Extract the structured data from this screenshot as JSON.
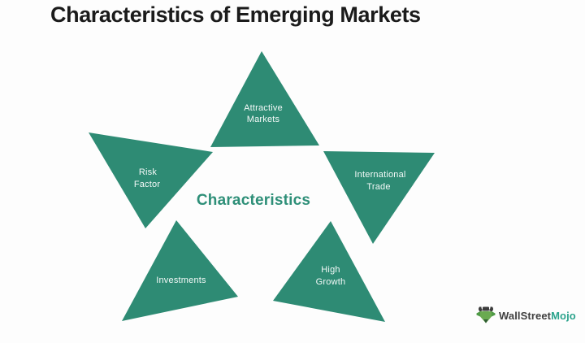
{
  "title": "Characteristics of Emerging Markets",
  "diagram": {
    "center_label": "Characteristics",
    "triangles": [
      {
        "name": "Attractive Markets",
        "line1": "Attractive",
        "line2": "Markets"
      },
      {
        "name": "Risk Factor",
        "line1": "Risk",
        "line2": "Factor"
      },
      {
        "name": "International Trade",
        "line1": "International",
        "line2": "Trade"
      },
      {
        "name": "Investments",
        "line1": "Investments"
      },
      {
        "name": "High Growth",
        "line1": "High",
        "line2": "Growth"
      }
    ]
  },
  "logo": {
    "brand_dark": "WallStreet",
    "brand_accent": "Mojo",
    "icon": "bull-icon"
  },
  "colors": {
    "background": "#FDFDFD",
    "title_text": "#1B1B1B",
    "triangle_fill": "#2E8B74",
    "label_text": "#FFFFFF",
    "center_text": "#2E8F78",
    "logo_dark": "#404040",
    "logo_accent": "#2BA38C"
  }
}
